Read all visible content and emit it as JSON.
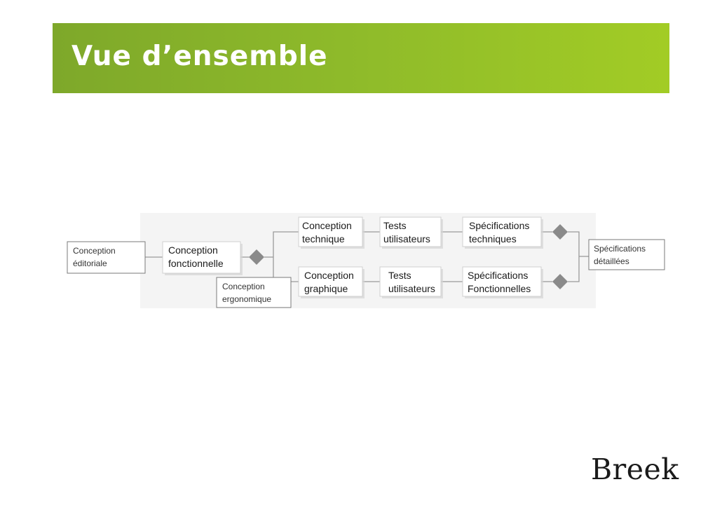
{
  "header": {
    "title": "Vue d’ensemble",
    "color": "#8fbb2a"
  },
  "diagram": {
    "nodes": {
      "editoriale": [
        "Conception",
        "éditoriale"
      ],
      "fonctionnelle": [
        "Conception",
        "fonctionnelle"
      ],
      "ergonomique": [
        "Conception",
        "ergonomique"
      ],
      "technique": [
        "Conception",
        "technique"
      ],
      "tests_top": [
        "Tests",
        "utilisateurs"
      ],
      "specs_techniques": [
        "Spécifications",
        "techniques"
      ],
      "graphique": [
        "Conception",
        "graphique"
      ],
      "tests_bottom": [
        "Tests",
        "utilisateurs"
      ],
      "specs_fonctionnelles": [
        "Spécifications",
        "Fonctionnelles"
      ],
      "specs_detaillees": [
        "Spécifications",
        "détaillées"
      ]
    },
    "line_color": "#999999",
    "diamond_color": "#8a8a8a"
  },
  "logo": {
    "text": "Breek"
  }
}
